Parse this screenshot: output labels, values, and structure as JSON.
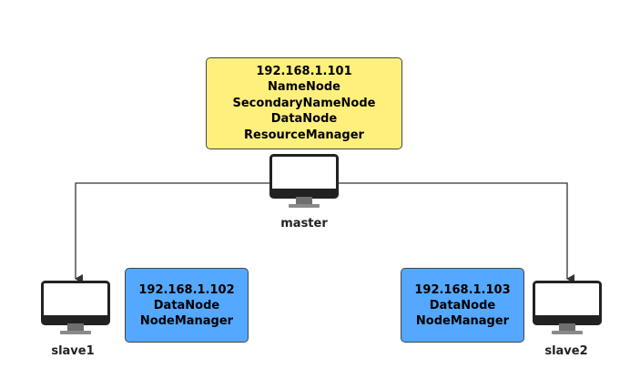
{
  "master": {
    "lines": [
      "192.168.1.101",
      "NameNode",
      "SecondaryNameNode",
      "DataNode",
      "ResourceManager"
    ],
    "name": "master"
  },
  "slave1": {
    "lines": [
      "192.168.1.102",
      "DataNode",
      "NodeManager"
    ],
    "name": "slave1"
  },
  "slave2": {
    "lines": [
      "192.168.1.103",
      "DataNode",
      "NodeManager"
    ],
    "name": "slave2"
  },
  "colors": {
    "master_box": "#fff07d",
    "slave_box": "#54a8ff",
    "line": "#333333"
  },
  "icons": {
    "computer": "monitor-icon"
  }
}
